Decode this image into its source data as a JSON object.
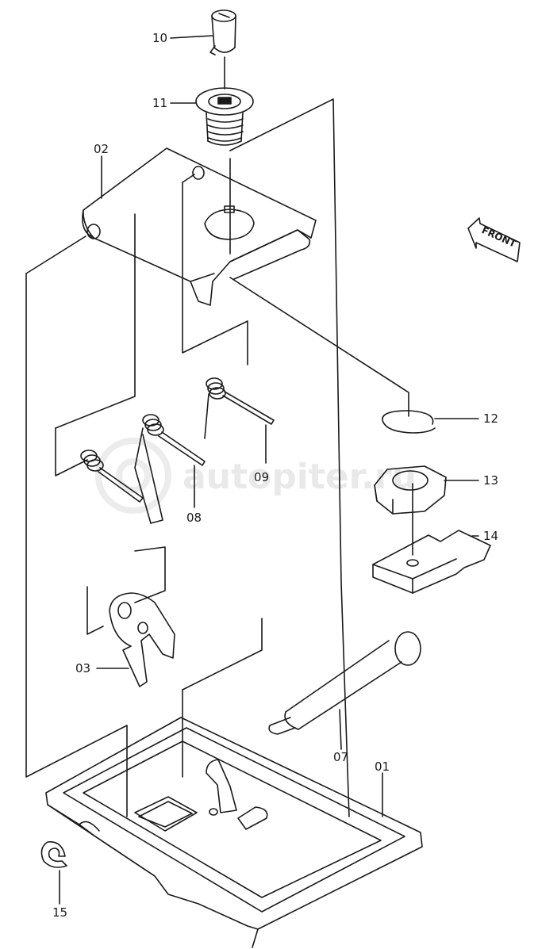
{
  "watermark": "autopiter.ru",
  "front_arrow_text": "FRONT",
  "parts": [
    {
      "id": "p10",
      "label": "10"
    },
    {
      "id": "p11",
      "label": "11"
    },
    {
      "id": "p02",
      "label": "02"
    },
    {
      "id": "p12",
      "label": "12"
    },
    {
      "id": "p13",
      "label": "13"
    },
    {
      "id": "p09",
      "label": "09"
    },
    {
      "id": "p08",
      "label": "08"
    },
    {
      "id": "p14",
      "label": "14"
    },
    {
      "id": "p03",
      "label": "03"
    },
    {
      "id": "p07",
      "label": "07"
    },
    {
      "id": "p01",
      "label": "01"
    },
    {
      "id": "p15",
      "label": "15"
    }
  ],
  "colors": {
    "line": "#1a1a1a",
    "watermark": "#e9e9e9",
    "background": "#ffffff"
  }
}
